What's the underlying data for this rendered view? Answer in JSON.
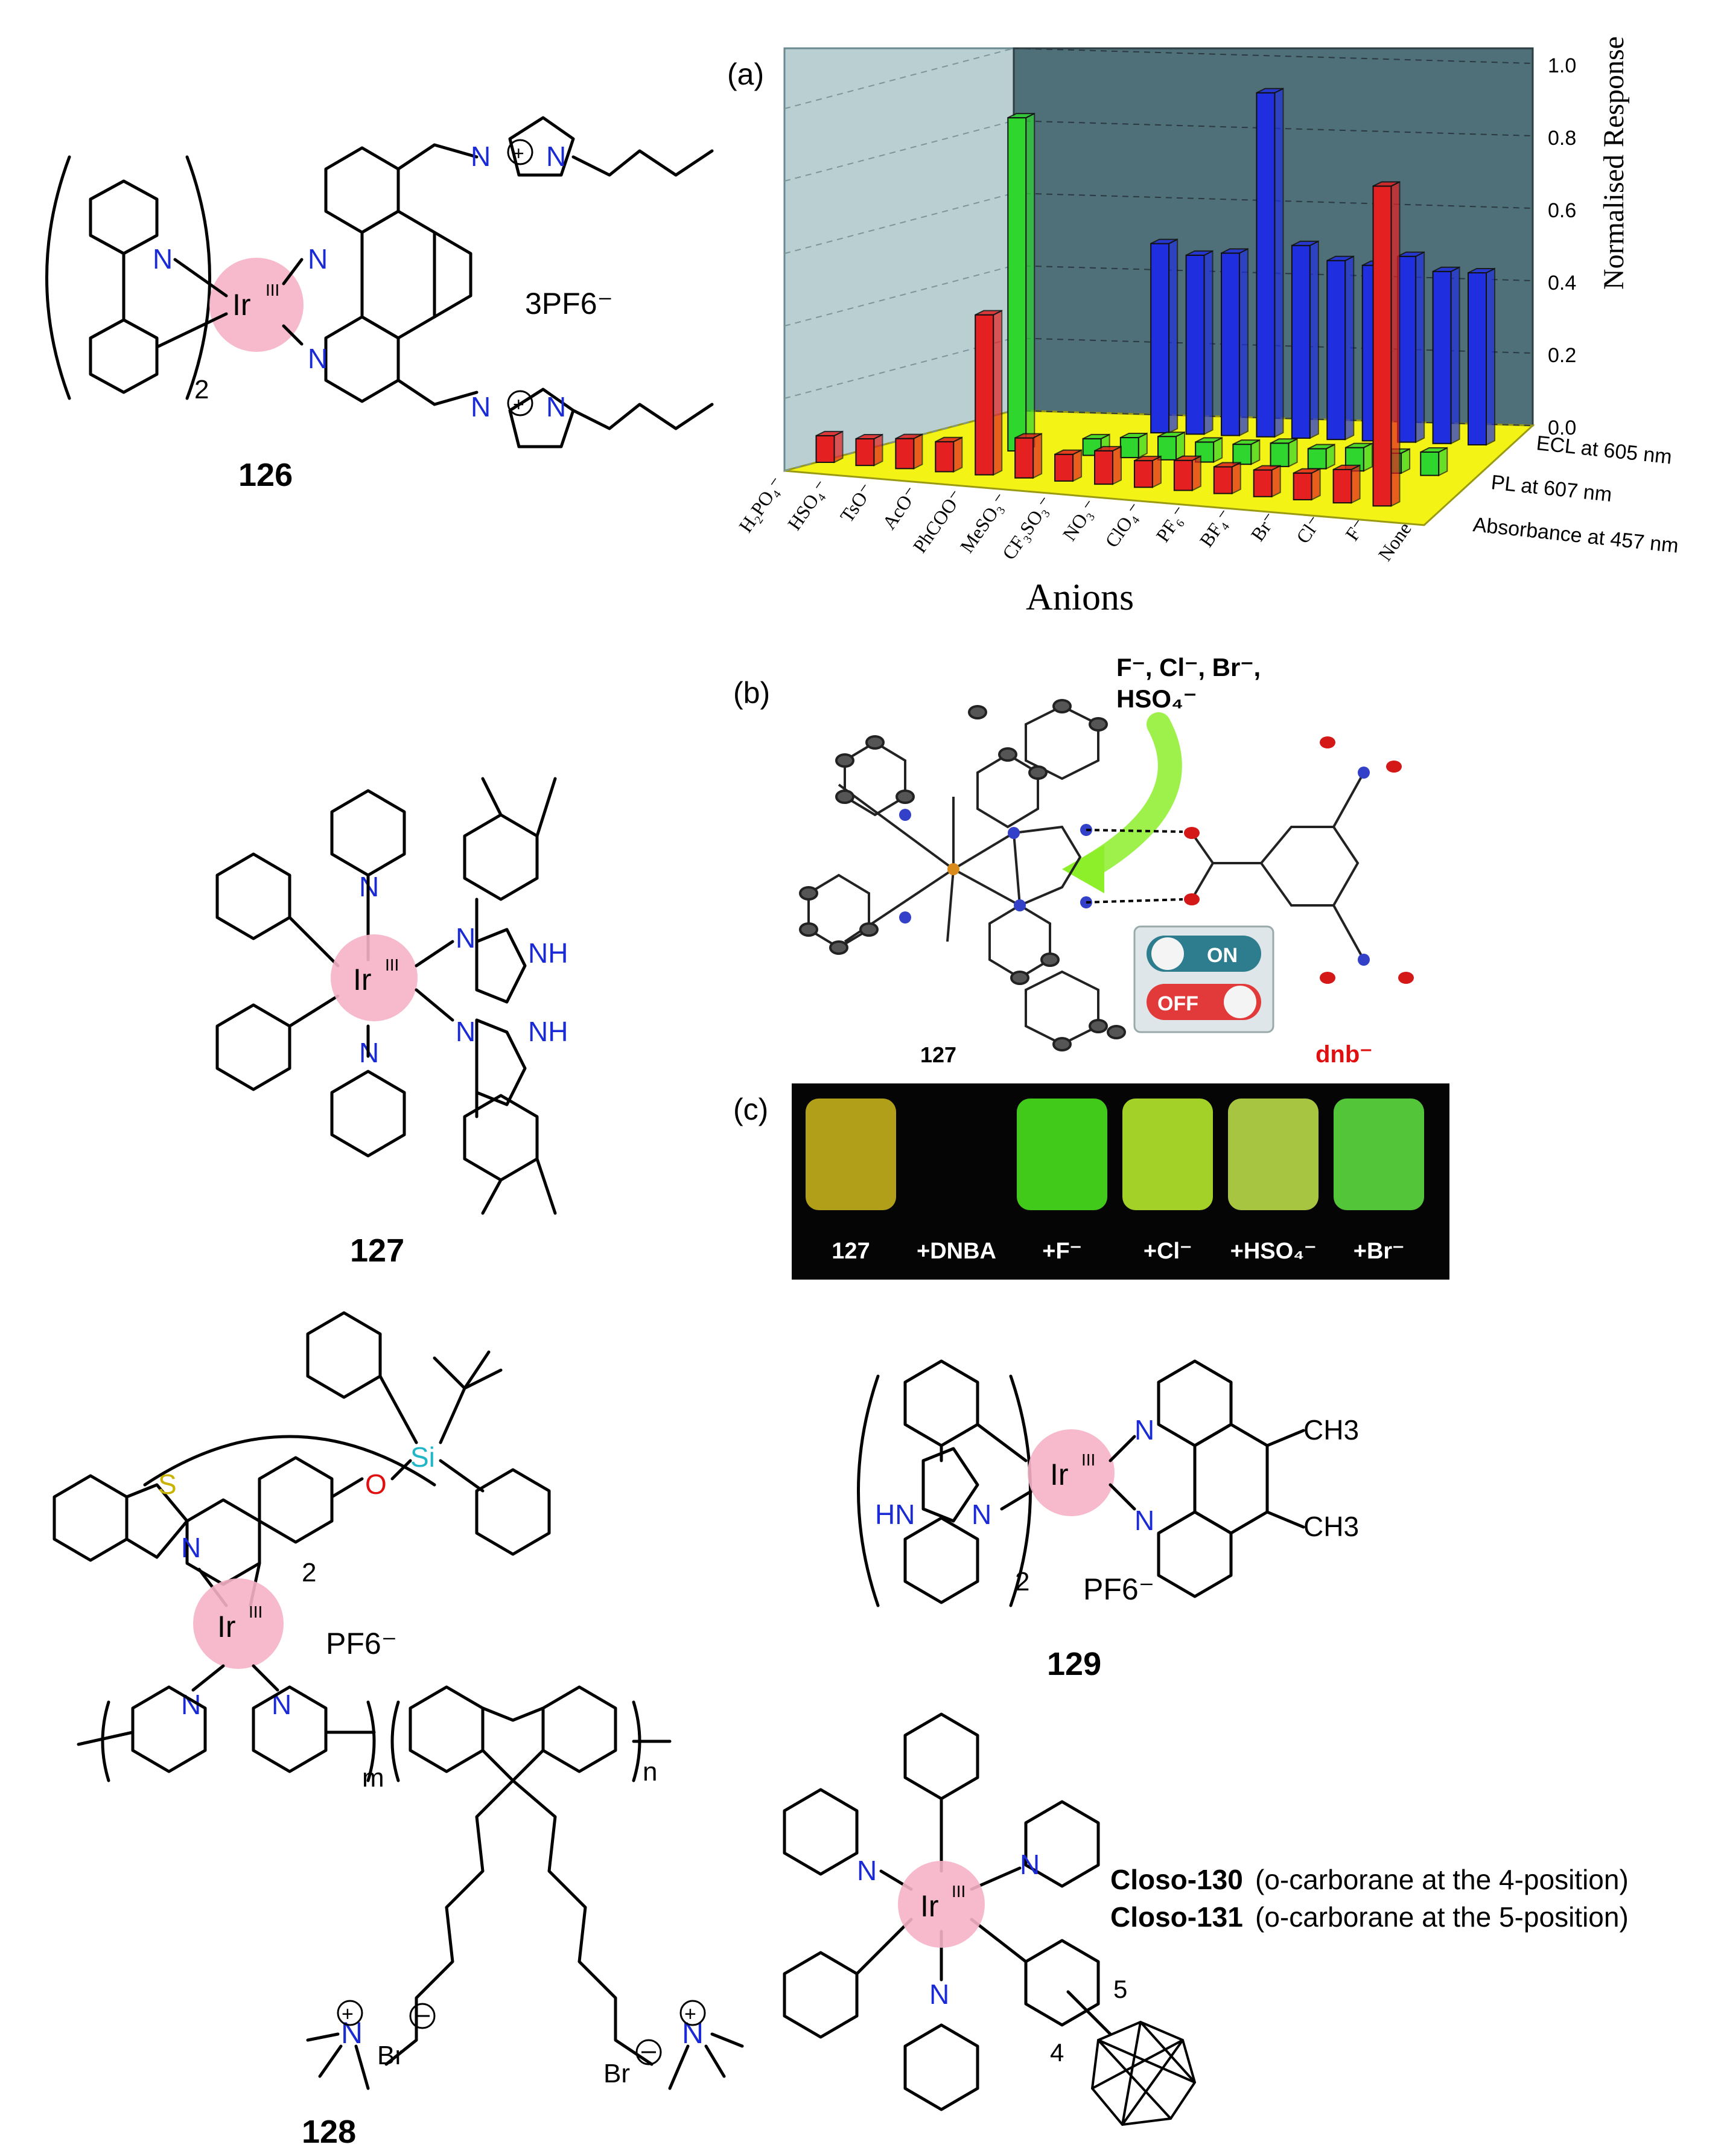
{
  "colors": {
    "nitrogen": "#1a2bd6",
    "iridium_highlight": "#f6b3c6",
    "ecl_series": "#1f2fe0",
    "pl_series": "#2ed62e",
    "absorbance_series": "#e42020",
    "floor": "#f3f316",
    "back_wall_dark": "#4f6f79",
    "back_wall_light": "#b9cfd2"
  },
  "compounds": {
    "c126": {
      "label": "126",
      "metal": "Ir",
      "oxidation": "III",
      "counter_ion": "3PF6⁻",
      "subscript_n": "2"
    },
    "c127": {
      "label": "127",
      "metal": "Ir",
      "oxidation": "III",
      "nh": "NH"
    },
    "c128": {
      "label": "128",
      "metal": "Ir",
      "oxidation": "III",
      "counter_ion": "PF6⁻",
      "subscript_n": "2",
      "m": "m",
      "n": "n",
      "br": "Br",
      "s": "S",
      "o": "O",
      "si": "Si"
    },
    "c129": {
      "label": "129",
      "metal": "Ir",
      "oxidation": "III",
      "counter_ion": "PF6⁻",
      "subscript_n": "2",
      "ch3": "CH3",
      "hn": "HN"
    },
    "c130": {
      "name": "Closo-130",
      "desc": "(o-carborane at the 4-position)"
    },
    "c131": {
      "name": "Closo-131",
      "desc": "(o-carborane at the 5-position)"
    },
    "pos4": "4",
    "pos5": "5"
  },
  "panel_b": {
    "tag": "(b)",
    "anions": "F⁻, Cl⁻, Br⁻,",
    "anions2": "HSO₄⁻",
    "left_label": "127",
    "right_label": "dnb⁻",
    "on": "ON",
    "off": "OFF"
  },
  "panel_c": {
    "tag": "(c)",
    "vials": [
      "127",
      "+DNBA",
      "+F⁻",
      "+Cl⁻",
      "+HSO₄⁻",
      "+Br⁻"
    ],
    "vial_colors": [
      "#c9b41c",
      "#0a0a0a",
      "#4be61e",
      "#b9ee2c",
      "#bfe04a",
      "#5fe040"
    ]
  },
  "chart_data": {
    "type": "bar",
    "tag": "(a)",
    "xlabel": "Anions",
    "zlabel": "Normalised Response",
    "ylim": [
      0.0,
      1.0
    ],
    "ticks": [
      "0.0",
      "0.2",
      "0.4",
      "0.6",
      "0.8",
      "1.0"
    ],
    "categories": [
      "H₂PO₄⁻",
      "HSO₄⁻",
      "TsO⁻",
      "AcO⁻",
      "PhCOO⁻",
      "MeSO₃⁻",
      "CF₃SO₃⁻",
      "NO₃⁻",
      "ClO₄⁻",
      "PF₆⁻",
      "BF₄⁻",
      "Br⁻",
      "Cl⁻",
      "F⁻",
      "None"
    ],
    "series": [
      {
        "name": "ECL at 605 nm",
        "values": [
          0.0,
          0.0,
          0.0,
          0.0,
          0.0,
          0.55,
          0.52,
          0.53,
          1.0,
          0.56,
          0.52,
          0.51,
          0.54,
          0.5,
          0.5
        ]
      },
      {
        "name": "PL at 607 nm",
        "values": [
          0.0,
          0.0,
          0.0,
          1.0,
          0.0,
          0.05,
          0.06,
          0.07,
          0.06,
          0.06,
          0.07,
          0.06,
          0.07,
          0.06,
          0.07
        ]
      },
      {
        "name": "Absorbance at 457 nm",
        "values": [
          0.08,
          0.08,
          0.09,
          0.09,
          0.48,
          0.12,
          0.08,
          0.1,
          0.08,
          0.09,
          0.08,
          0.08,
          0.08,
          0.1,
          0.96
        ]
      }
    ],
    "series_order_note_hidden": ""
  }
}
